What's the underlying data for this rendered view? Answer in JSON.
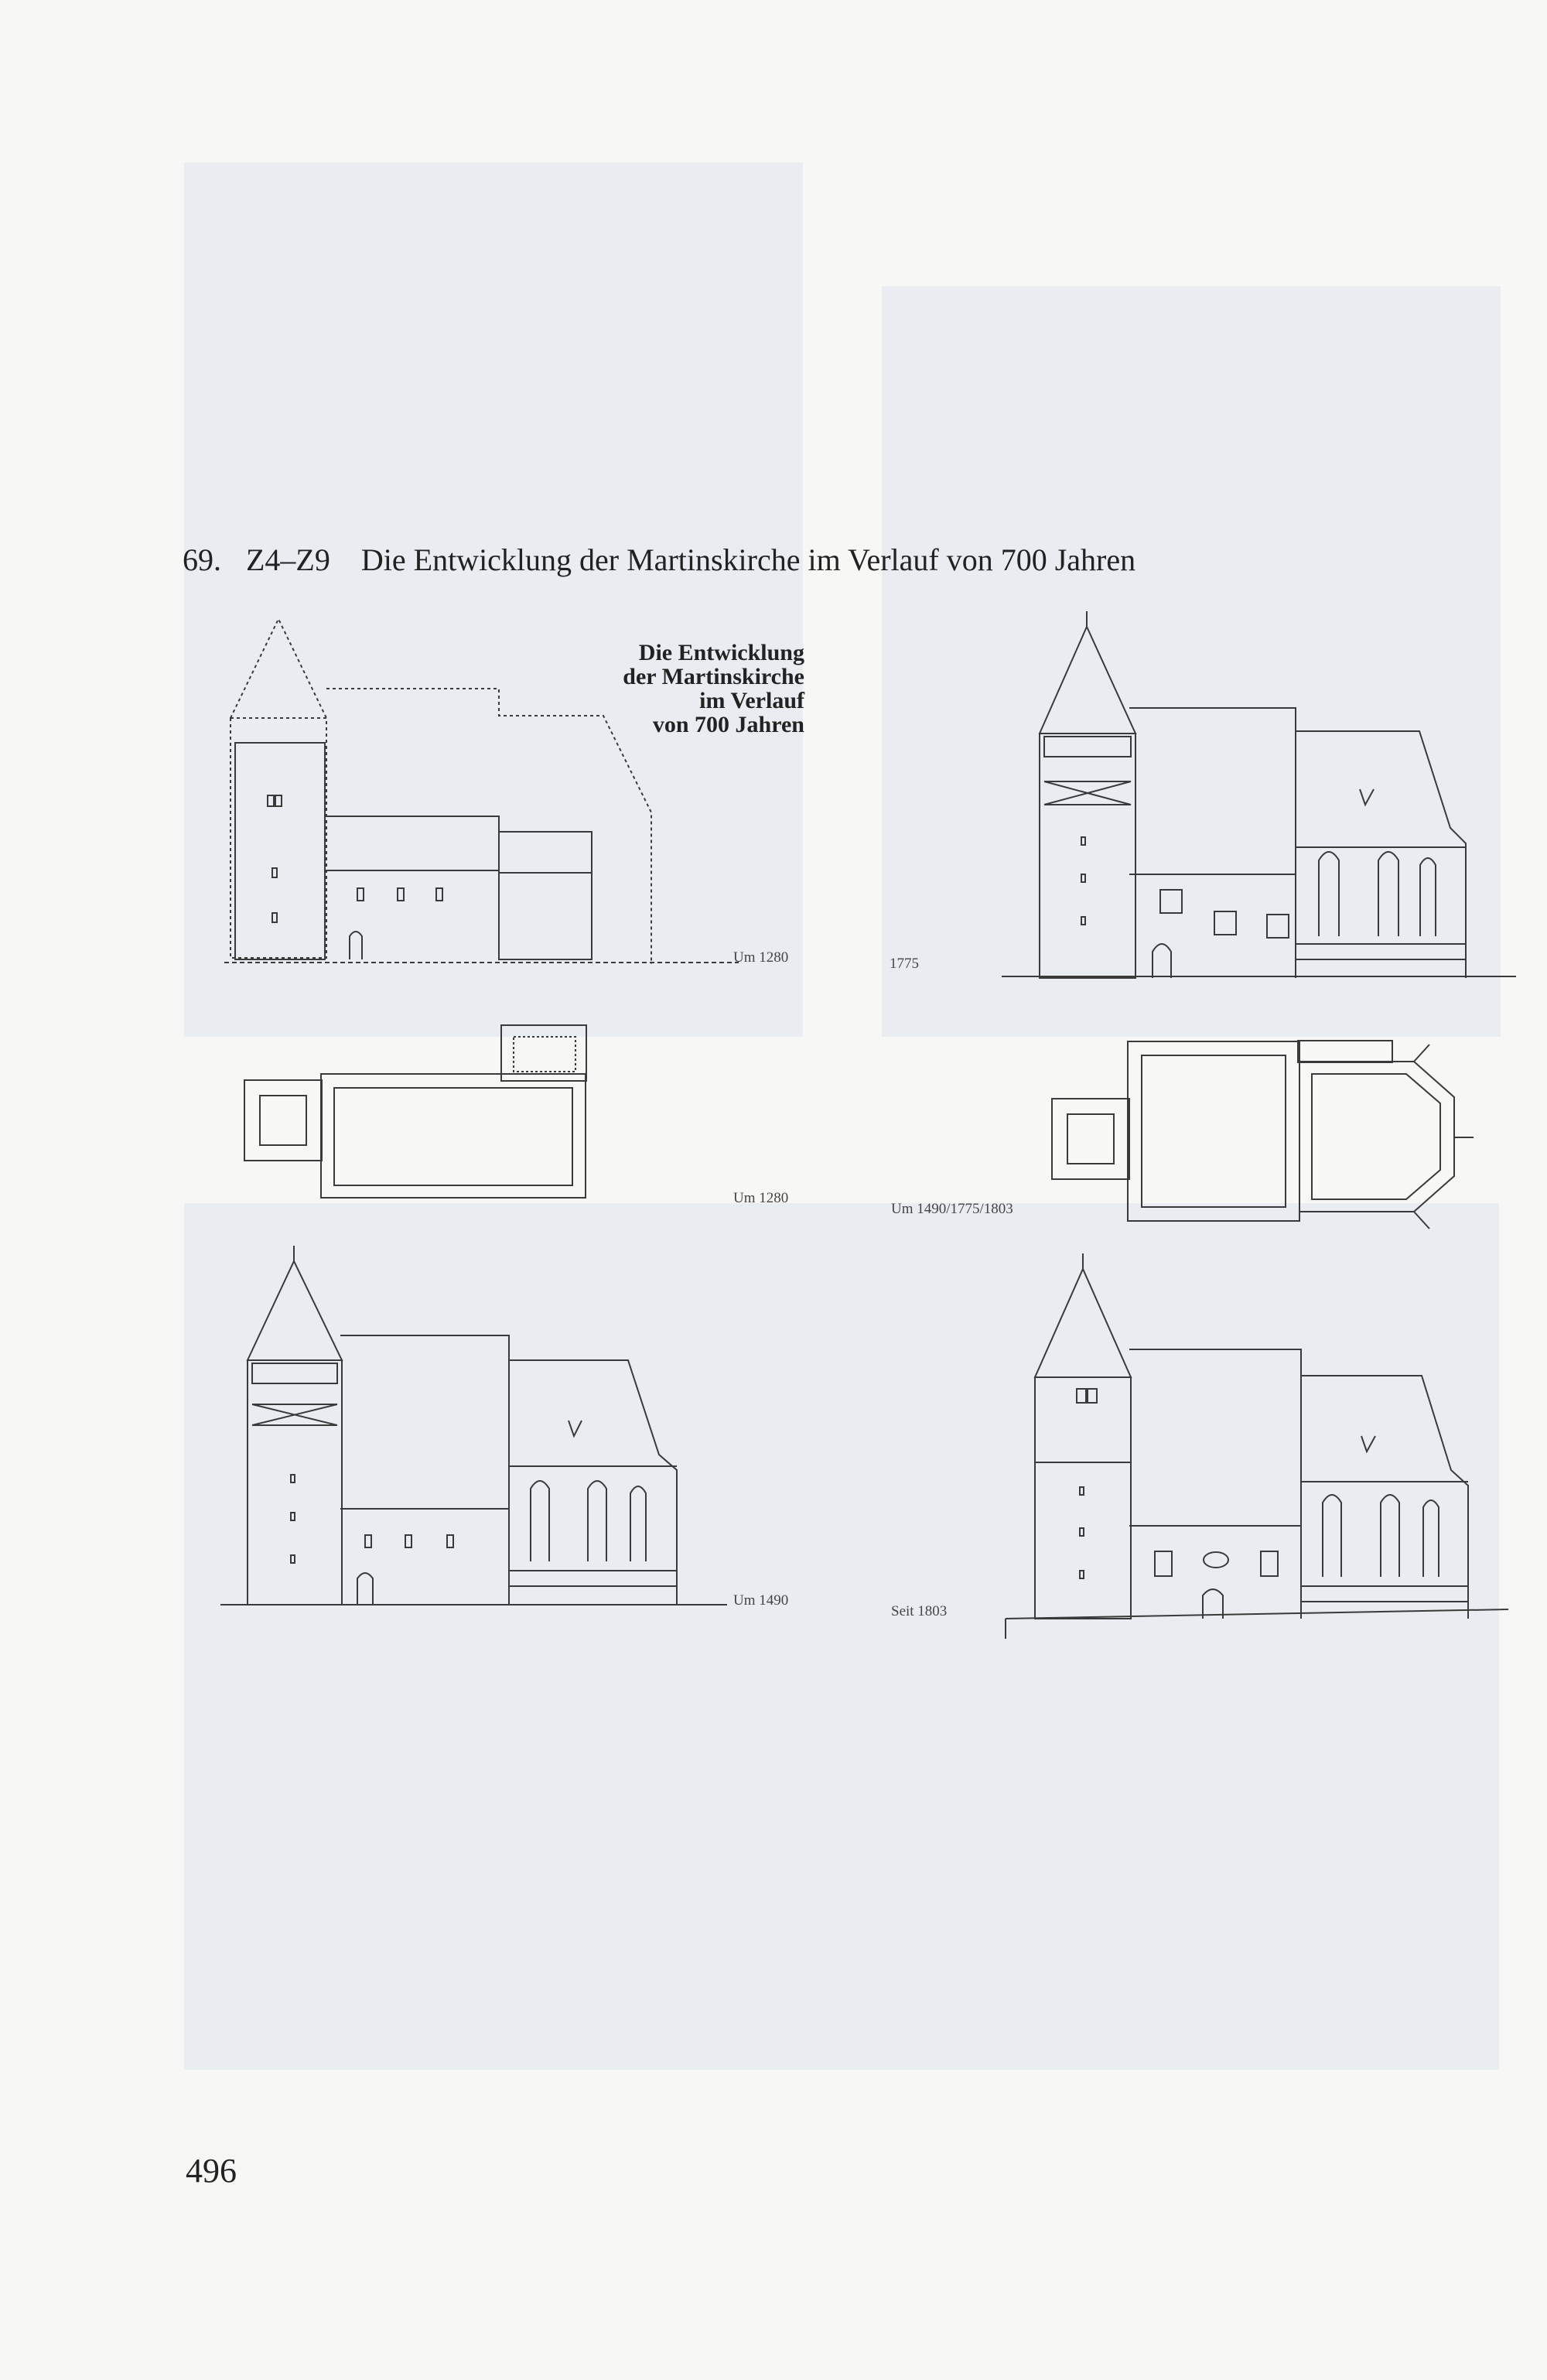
{
  "caption": {
    "number": "69.",
    "code": "Z4–Z9",
    "text": "Die Entwicklung der Martinskirche im Verlauf von 700 Jahren"
  },
  "inset_title": {
    "line1": "Die Entwicklung",
    "line2": "der Martinskirche",
    "line3": "im Verlauf",
    "line4": "von 700 Jahren"
  },
  "labels": {
    "um_1280_elevation": "Um 1280",
    "year_1775": "1775",
    "um_1280_plan": "Um 1280",
    "um_1490_1775_1803": "Um 1490/1775/1803",
    "um_1490": "Um 1490",
    "seit_1803": "Seit 1803"
  },
  "page_number": "496",
  "colors": {
    "paper": "#f7f7f5",
    "show_through": "#dfe6ec",
    "ink": "#2a2a2a"
  }
}
